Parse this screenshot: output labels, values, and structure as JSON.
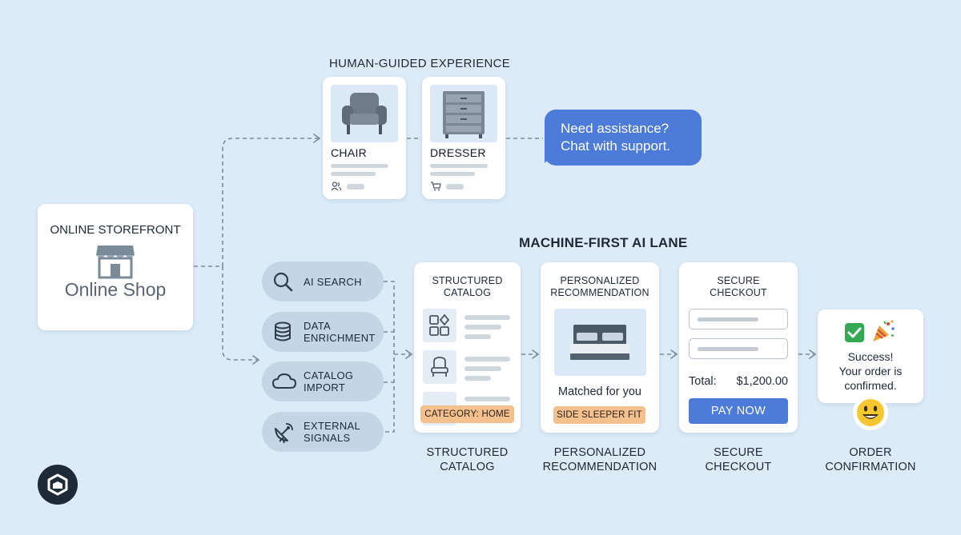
{
  "human_section": {
    "title": "HUMAN-GUIDED EXPERIENCE",
    "products": [
      {
        "name": "CHAIR"
      },
      {
        "name": "DRESSER"
      }
    ],
    "chat_bubble": {
      "line1": "Need assistance?",
      "line2": "Chat with support."
    }
  },
  "storefront": {
    "title": "ONLINE STOREFRONT",
    "subtitle": "Online Shop"
  },
  "ai_lane": {
    "title": "MACHINE-FIRST AI LANE",
    "sources": [
      {
        "line1": "AI SEARCH",
        "line2": ""
      },
      {
        "line1": "DATA",
        "line2": "ENRICHMENT"
      },
      {
        "line1": "CATALOG",
        "line2": "IMPORT"
      },
      {
        "line1": "EXTERNAL",
        "line2": "SIGNALS"
      }
    ],
    "catalog": {
      "head1": "STRUCTURED",
      "head2": "CATALOG",
      "tag": "CATEGORY: HOME",
      "foot1": "STRUCTURED",
      "foot2": "CATALOG"
    },
    "recommendation": {
      "head1": "PERSONALIZED",
      "head2": "RECOMMENDATION",
      "matched": "Matched for you",
      "tag": "SIDE SLEEPER FIT",
      "foot1": "PERSONALIZED",
      "foot2": "RECOMMENDATION"
    },
    "checkout": {
      "head1": "SECURE",
      "head2": "CHECKOUT",
      "total_label": "Total:",
      "total_value": "$1,200.00",
      "pay_button": "PAY NOW",
      "foot1": "SECURE",
      "foot2": "CHECKOUT"
    },
    "confirmation": {
      "line1": "Success!",
      "line2": "Your order is",
      "line3": "confirmed.",
      "foot1": "ORDER",
      "foot2": "CONFIRMATION"
    }
  },
  "colors": {
    "background": "#dcebf7",
    "accent_blue": "#4d7bd9",
    "tag_orange": "#f4c08e",
    "pill_gray": "#c4d5e4",
    "connector": "#7d8b99"
  },
  "icons": [
    "store-icon",
    "armchair-icon",
    "dresser-icon",
    "users-icon",
    "cart-icon",
    "magnifier-icon",
    "database-icon",
    "cloud-icon",
    "satellite-dish-icon",
    "grid-shapes-icon",
    "chair-outline-icon",
    "bed-icon",
    "check-icon",
    "party-popper-icon",
    "smiley-icon",
    "app-logo-icon"
  ]
}
